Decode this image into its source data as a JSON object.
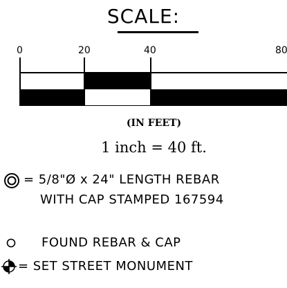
{
  "scale": {
    "title": "SCALE:",
    "ticks": [
      "0",
      "20",
      "40",
      "80"
    ],
    "units": "(IN FEET)",
    "ratio": "1 inch = 40 ft."
  },
  "legend": {
    "rebar_line1": "= 5/8\"Ø x 24\" LENGTH REBAR",
    "rebar_line2": "WITH CAP STAMPED 167594",
    "found": "FOUND REBAR & CAP",
    "monument": "= SET STREET MONUMENT"
  }
}
